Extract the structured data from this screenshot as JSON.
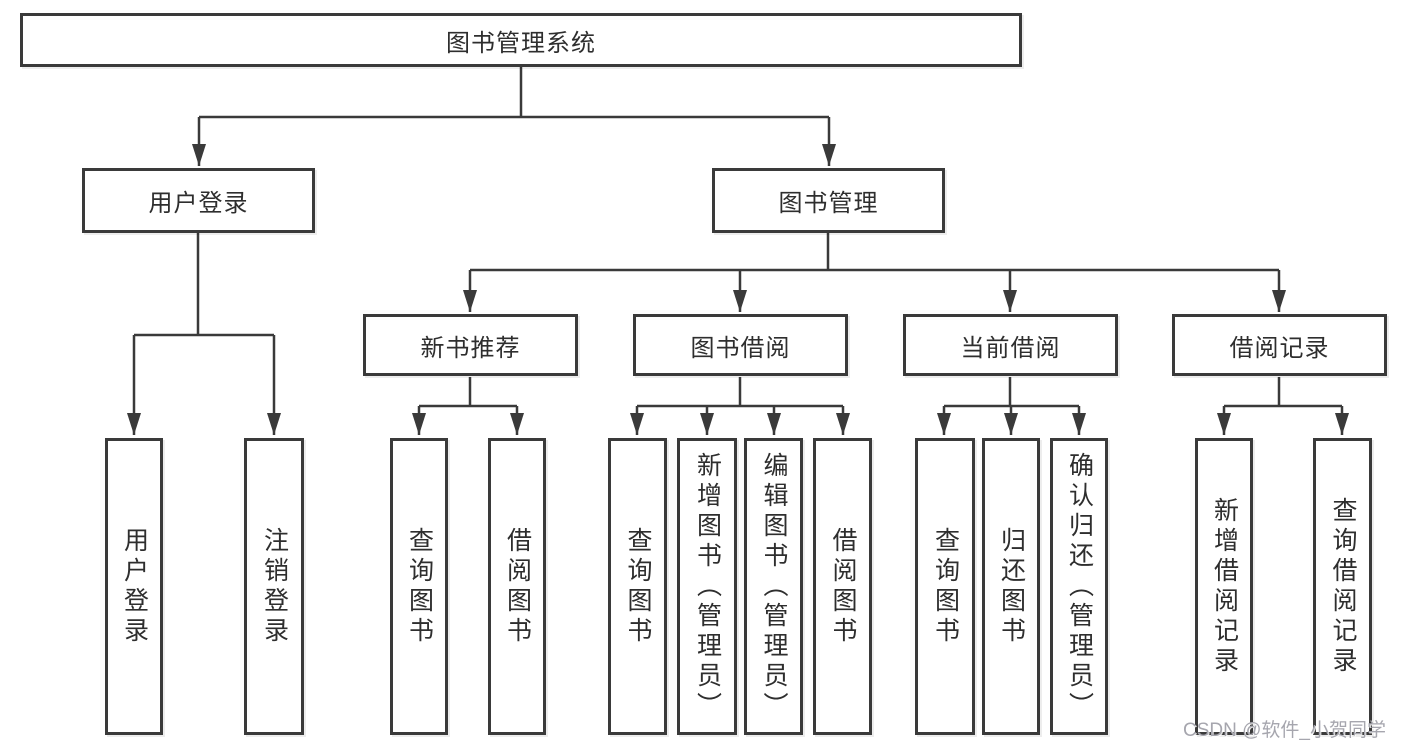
{
  "watermark": {
    "text": "CSDN @软件_小贺同学"
  },
  "colors": {
    "line": "#3a3a3a",
    "border": "#3a3a3a",
    "text": "#2e2e2e",
    "watermark": "#a6a6ae"
  },
  "tree": {
    "root": {
      "label": "图书管理系统",
      "children": [
        {
          "label": "用户登录",
          "children": [
            {
              "label": "用户登录"
            },
            {
              "label": "注销登录"
            }
          ]
        },
        {
          "label": "图书管理",
          "children": [
            {
              "label": "新书推荐",
              "children": [
                {
                  "label": "查询图书"
                },
                {
                  "label": "借阅图书"
                }
              ]
            },
            {
              "label": "图书借阅",
              "children": [
                {
                  "label": "查询图书"
                },
                {
                  "label": "新增图书（管理员）"
                },
                {
                  "label": "编辑图书（管理员）"
                },
                {
                  "label": "借阅图书"
                }
              ]
            },
            {
              "label": "当前借阅",
              "children": [
                {
                  "label": "查询图书"
                },
                {
                  "label": "归还图书"
                },
                {
                  "label": "确认归还（管理员）"
                }
              ]
            },
            {
              "label": "借阅记录",
              "children": [
                {
                  "label": "新增借阅记录"
                },
                {
                  "label": "查询借阅记录"
                }
              ]
            }
          ]
        }
      ]
    }
  }
}
